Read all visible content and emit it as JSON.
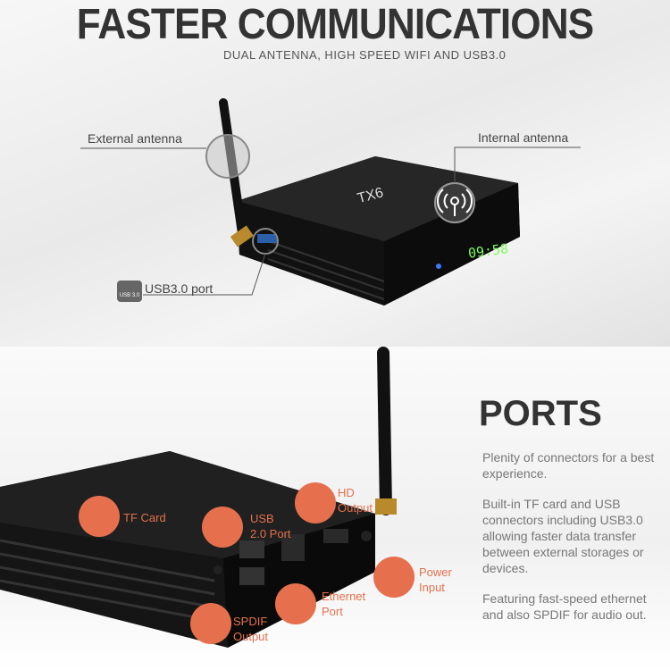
{
  "header": {
    "title": "FASTER COMMUNICATIONS",
    "subtitle": "DUAL ANTENNA, HIGH SPEED WIFI AND USB3.0"
  },
  "top_callouts": {
    "external_antenna": "External antenna",
    "internal_antenna": "Internal antenna",
    "usb3_port": "USB3.0 port",
    "usb_icon_text": "USB 3.0"
  },
  "device": {
    "display_time": "09:58",
    "logo": "TX6"
  },
  "ports": {
    "title": "PORTS",
    "paragraphs": [
      "Plenity of connectors for a best experience.",
      "Built-in TF card and USB connectors including USB3.0 allowing faster data transfer between external storages or devices.",
      "Featuring fast-speed ethernet and also SPDIF for audio out."
    ],
    "labels": {
      "tf_card": "TF Card",
      "usb2": "USB 2.0 Port",
      "hd": "HD Output",
      "power": "Power Input",
      "ethernet": "Ethernet Port",
      "spdif": "SPDIF Output"
    },
    "accent": "#e6704d"
  }
}
